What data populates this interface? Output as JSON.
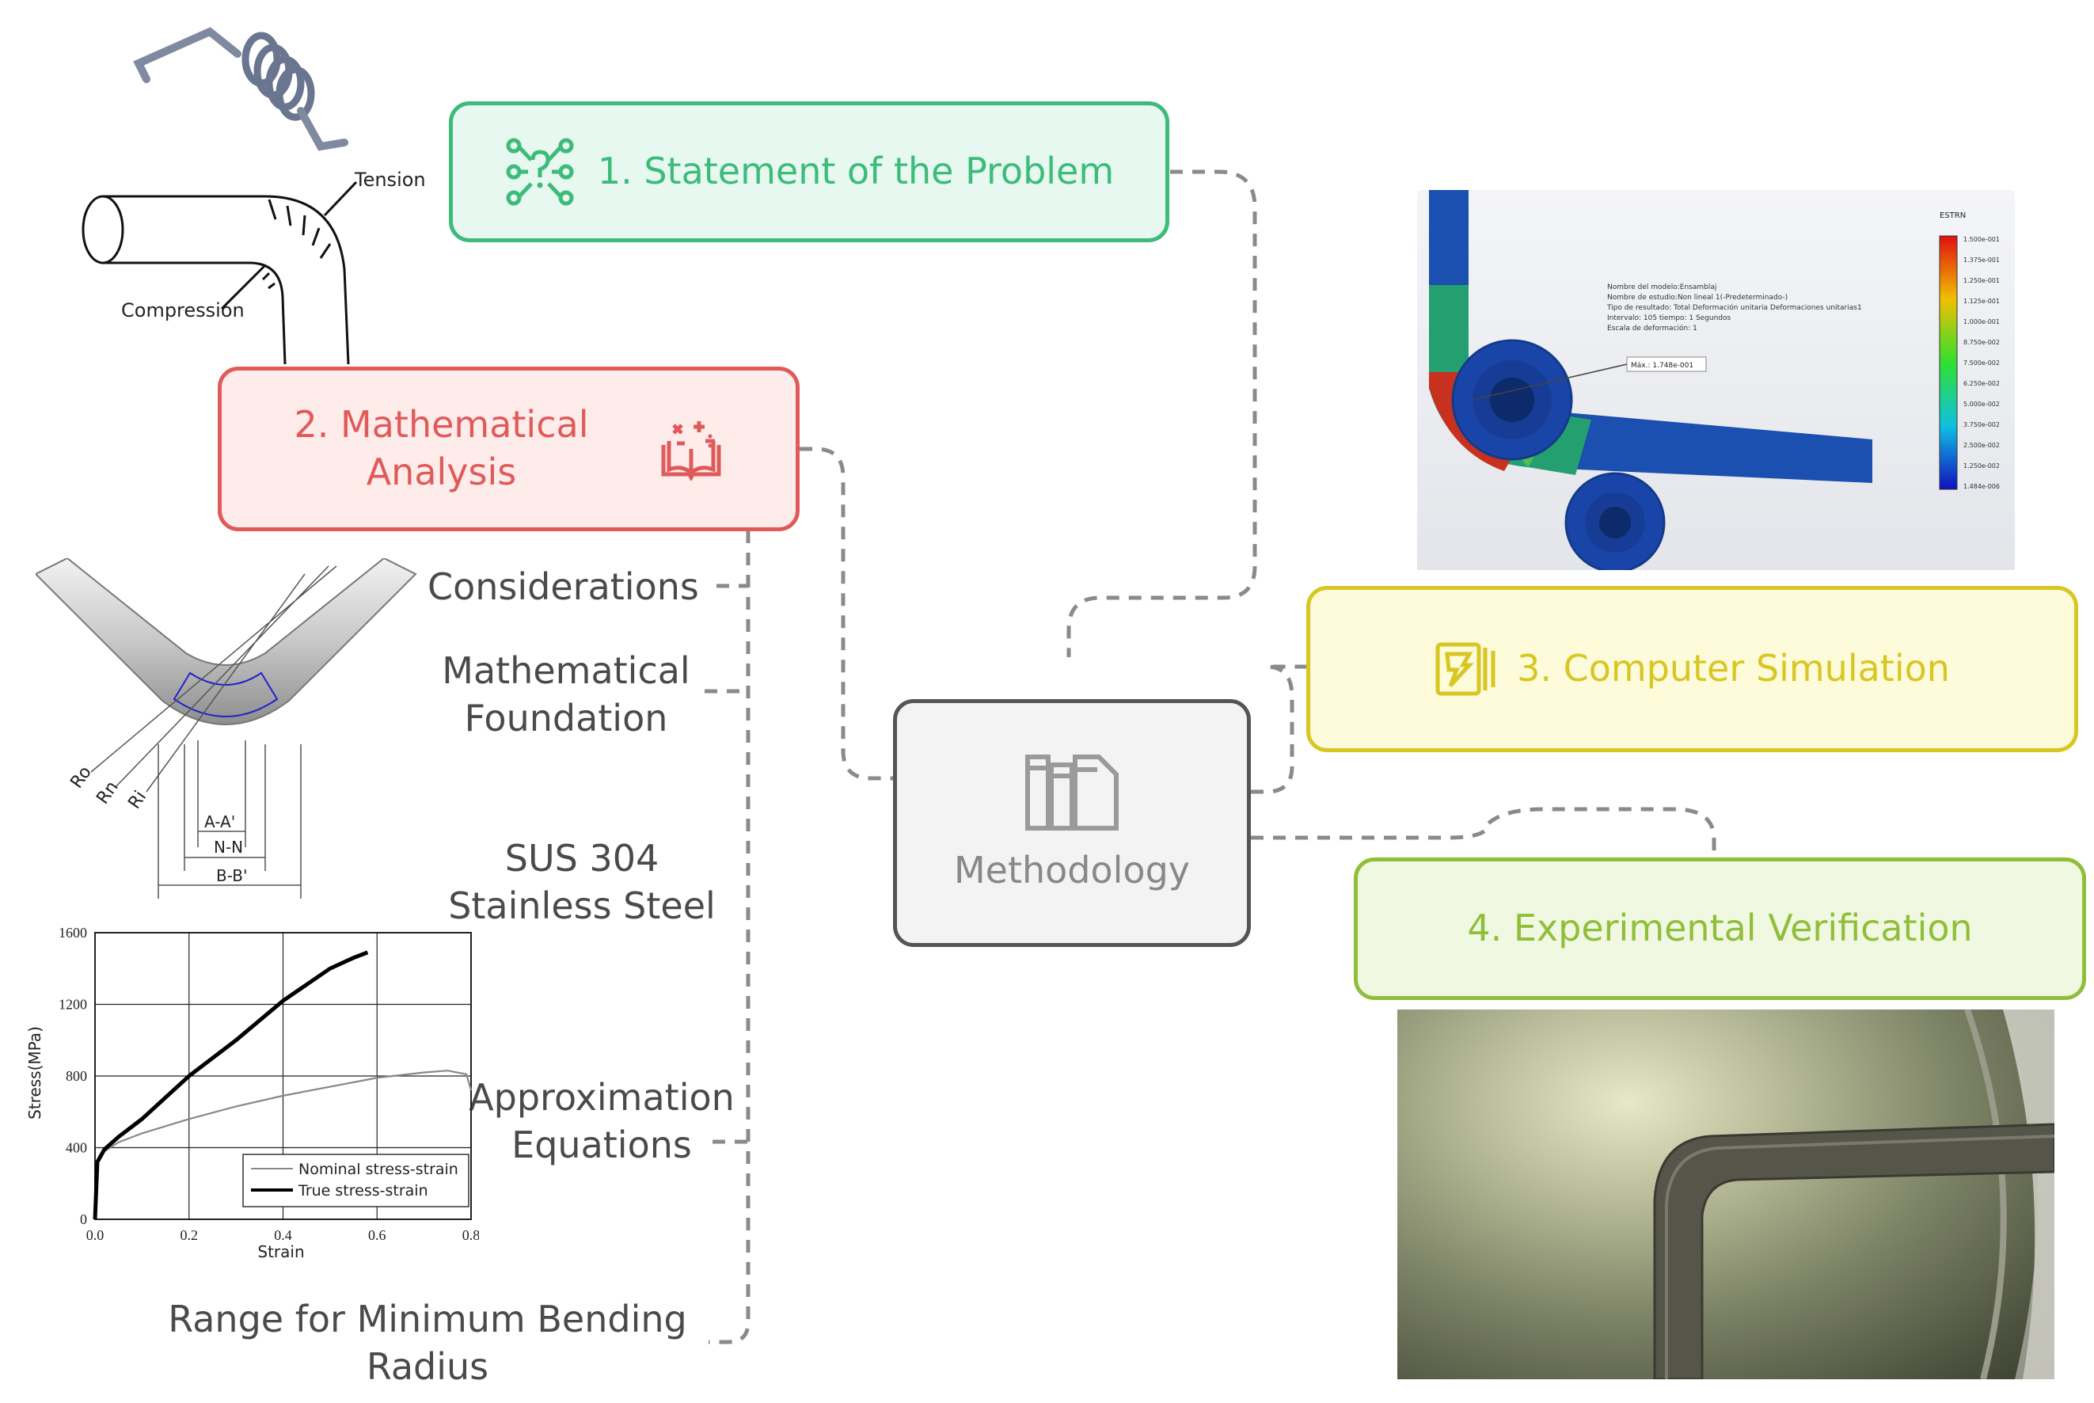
{
  "boxes": {
    "problem": {
      "label": "1. Statement of the Problem",
      "color": "#3dbb7a",
      "fill": "#e6f8ef"
    },
    "math": {
      "line1": "2. Mathematical",
      "line2": "Analysis",
      "color": "#e05a5a",
      "fill": "#fdecea"
    },
    "simulation": {
      "label": "3. Computer Simulation",
      "color": "#d8c623",
      "fill": "#fdfbd9"
    },
    "experimental": {
      "label": "4. Experimental Verification",
      "color": "#8fbf3a",
      "fill": "#f1f8e2"
    },
    "methodology": {
      "label": "Methodology",
      "color": "#555555",
      "fill": "#f3f3f3"
    }
  },
  "subtopics": {
    "considerations": "Considerations",
    "math_foundation_1": "Mathematical",
    "math_foundation_2": "Foundation",
    "sus_1": "SUS 304",
    "sus_2": "Stainless Steel",
    "approx_1": "Approximation",
    "approx_2": "Equations",
    "range_1": "Range for Minimum Bending",
    "range_2": "Radius"
  },
  "pipe_sketch": {
    "tension": "Tension",
    "compression": "Compression"
  },
  "bend_diagram": {
    "ro": "Ro",
    "rn": "Rn",
    "ri": "Ri",
    "aa": "A-A'",
    "nn": "N-N",
    "bb": "B-B'"
  },
  "sim_panel": {
    "legend_title": "ESTRN",
    "legend_values": [
      "1.500e-001",
      "1.375e-001",
      "1.250e-001",
      "1.125e-001",
      "1.000e-001",
      "8.750e-002",
      "7.500e-002",
      "6.250e-002",
      "5.000e-002",
      "3.750e-002",
      "2.500e-002",
      "1.250e-002",
      "1.484e-006"
    ],
    "info_lines": [
      "Nombre del modelo:Ensamblaj",
      "Nombre de estudio:Non lineal 1(-Predeterminado-)",
      "Tipo de resultado: Total Deformación unitaria Deformaciones unitarias1",
      "Intervalo: 105   tiempo: 1 Segundos",
      "Escala de deformación: 1"
    ],
    "max_label": "Máx.: 1.748e-001"
  },
  "chart_data": {
    "type": "line",
    "xlabel": "Strain",
    "ylabel": "Stress(MPa)",
    "xlim": [
      0,
      0.8
    ],
    "ylim": [
      0,
      1600
    ],
    "x_ticks": [
      "0.0",
      "0.2",
      "0.4",
      "0.6",
      "0.8"
    ],
    "y_ticks": [
      "0",
      "400",
      "800",
      "1200",
      "1600"
    ],
    "grid": true,
    "legend_position": "bottom-right",
    "series": [
      {
        "name": "Nominal stress-strain",
        "color": "#888888",
        "x": [
          0,
          0.005,
          0.02,
          0.05,
          0.1,
          0.2,
          0.3,
          0.4,
          0.5,
          0.6,
          0.7,
          0.75,
          0.79,
          0.8
        ],
        "y": [
          0,
          320,
          380,
          430,
          480,
          560,
          630,
          690,
          740,
          790,
          820,
          830,
          810,
          720
        ]
      },
      {
        "name": "True stress-strain",
        "color": "#000000",
        "x": [
          0,
          0.005,
          0.02,
          0.05,
          0.1,
          0.2,
          0.3,
          0.4,
          0.5,
          0.55,
          0.58
        ],
        "y": [
          0,
          320,
          390,
          460,
          560,
          800,
          1000,
          1220,
          1400,
          1460,
          1490
        ]
      }
    ]
  }
}
